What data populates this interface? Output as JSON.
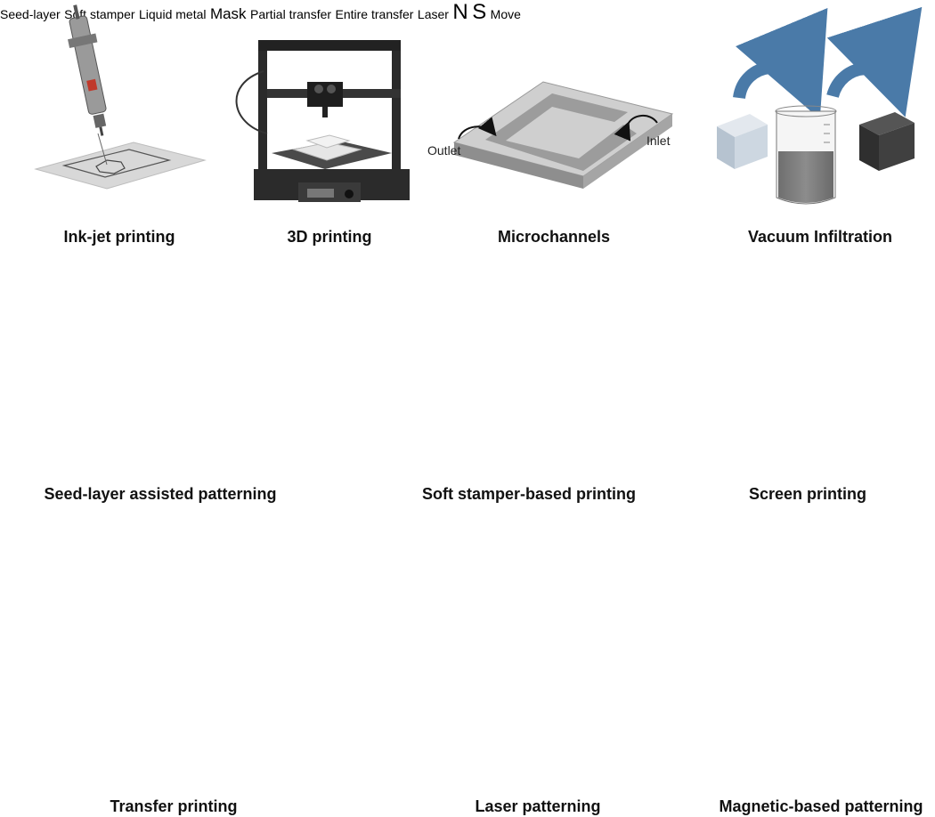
{
  "captions": {
    "inkjet": "Ink-jet printing",
    "printing3d": "3D printing",
    "microchannels": "Microchannels",
    "vacuum": "Vacuum Infiltration",
    "seed": "Seed-layer assisted patterning",
    "stamper": "Soft stamper-based printing",
    "screen": "Screen printing",
    "transfer": "Transfer printing",
    "laser": "Laser patterning",
    "magnetic": "Magnetic-based patterning"
  },
  "labels": {
    "outlet": "Outlet",
    "inlet": "Inlet",
    "seed_layer": "Seed-layer",
    "soft_stamper": "Soft stamper",
    "liquid_metal": "Liquid metal",
    "mask": "Mask",
    "partial_transfer": "Partial transfer",
    "entire_transfer": "Entire transfer",
    "laser": "Laser",
    "move": "Move",
    "north": "N",
    "south": "S"
  },
  "colors": {
    "substrate": "#d6dfe9",
    "blue_layer": "#6e89ad",
    "grey_metal": "#8a8a8a",
    "star_red": "#c9766e",
    "star_grey": "#9a9694",
    "magnet_n": "#5f7ea3",
    "magnet_s": "#5a8a3c",
    "arrow_blue": "#4a7aa8",
    "laser_beam": "#e0403a"
  }
}
